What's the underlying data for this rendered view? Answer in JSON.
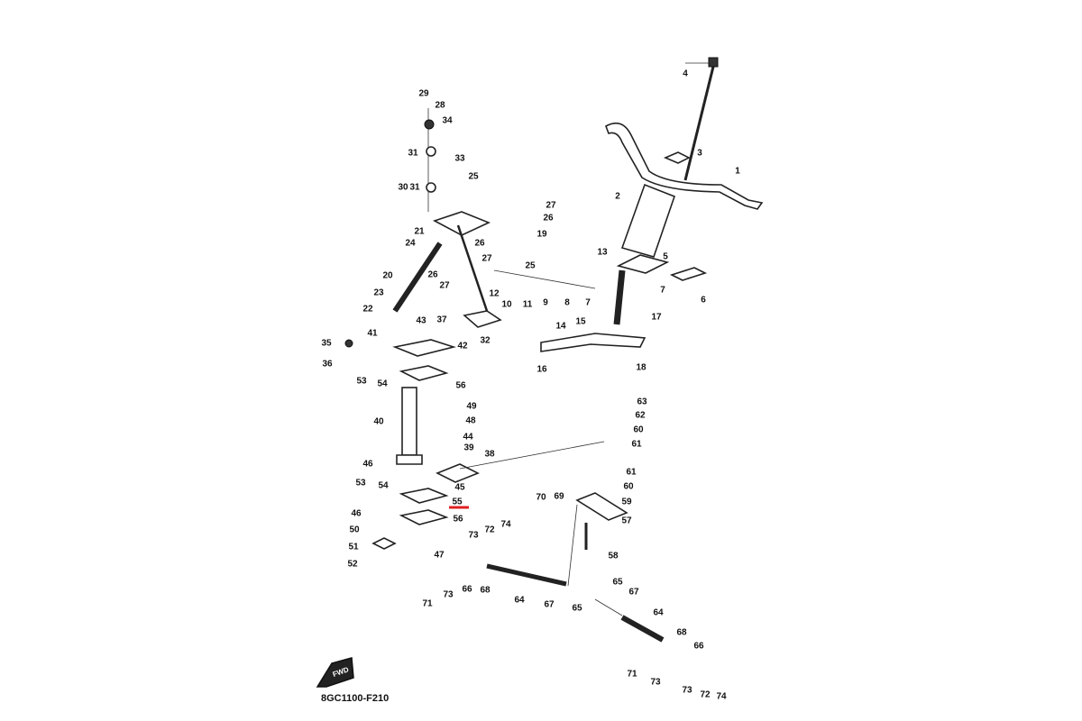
{
  "diagram_code": "8GC1100-F210",
  "fwd_badge": "FWD",
  "highlight_color": "#e02020",
  "highlighted_callout": "55",
  "callouts": [
    "1",
    "2",
    "3",
    "4",
    "5",
    "6",
    "7",
    "7",
    "8",
    "9",
    "10",
    "11",
    "12",
    "13",
    "14",
    "15",
    "16",
    "17",
    "18",
    "19",
    "20",
    "21",
    "22",
    "23",
    "24",
    "25",
    "25",
    "26",
    "26",
    "26",
    "27",
    "27",
    "27",
    "28",
    "29",
    "30",
    "31",
    "31",
    "32",
    "33",
    "34",
    "35",
    "36",
    "37",
    "38",
    "39",
    "40",
    "41",
    "42",
    "43",
    "44",
    "45",
    "46",
    "46",
    "47",
    "48",
    "49",
    "50",
    "51",
    "52",
    "53",
    "53",
    "54",
    "54",
    "55",
    "56",
    "56",
    "57",
    "58",
    "59",
    "60",
    "60",
    "61",
    "61",
    "62",
    "63",
    "64",
    "64",
    "65",
    "65",
    "66",
    "66",
    "67",
    "67",
    "68",
    "68",
    "69",
    "70",
    "71",
    "71",
    "72",
    "72",
    "73",
    "73",
    "73",
    "73",
    "74",
    "74"
  ]
}
